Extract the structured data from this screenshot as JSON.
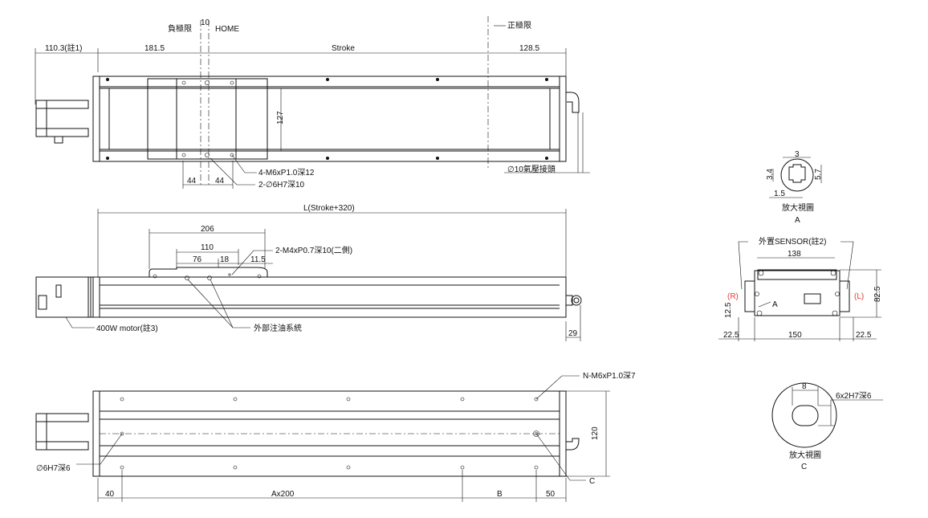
{
  "top_view": {
    "neg_limit": "負極限",
    "home_offset": "10",
    "home": "HOME",
    "pos_limit": "正極限",
    "dim_motor": "110.3(註1)",
    "dim_left": "181.5",
    "dim_stroke": "Stroke",
    "dim_right": "128.5",
    "dim_127": "127",
    "tap_holes": "4-M6xP1.0深12",
    "pin_holes": "2-∅6H7深10",
    "dim_44a": "44",
    "dim_44b": "44",
    "air_fitting": "∅10氣壓接頭"
  },
  "side_view": {
    "length": "L(Stroke+320)",
    "dim_206": "206",
    "dim_110": "110",
    "dim_76": "76",
    "dim_18": "18",
    "dim_11_5": "11.5",
    "side_holes": "2-M4xP0.7深10(二側)",
    "motor": "400W motor(註3)",
    "lube": "外部注油系統",
    "dim_29": "29"
  },
  "bottom_view": {
    "tap": "N-M6xP1.0深7",
    "dim_120": "120",
    "pin": "∅6H7深6",
    "c_label": "C",
    "dim_40": "40",
    "dim_a": "Ax200",
    "dim_b": "B",
    "dim_50": "50"
  },
  "detail_a": {
    "dim_3": "3",
    "dim_3_4": "3.4",
    "dim_5_7": "5.7",
    "dim_1_5": "1.5",
    "caption": "放大視圖",
    "letter": "A"
  },
  "end_view": {
    "sensor": "外置SENSOR(註2)",
    "dim_138": "138",
    "r": "(R)",
    "l": "(L)",
    "a": "A",
    "dim_12_5": "12.5",
    "dim_82_5": "82.5",
    "dim_22_5_left": "22.5",
    "dim_150": "150",
    "dim_22_5_right": "22.5",
    "accent_color": "#e53935"
  },
  "detail_c": {
    "dim_8": "8",
    "hole": "6x2H7深6",
    "caption": "放大視圖",
    "letter": "C"
  }
}
